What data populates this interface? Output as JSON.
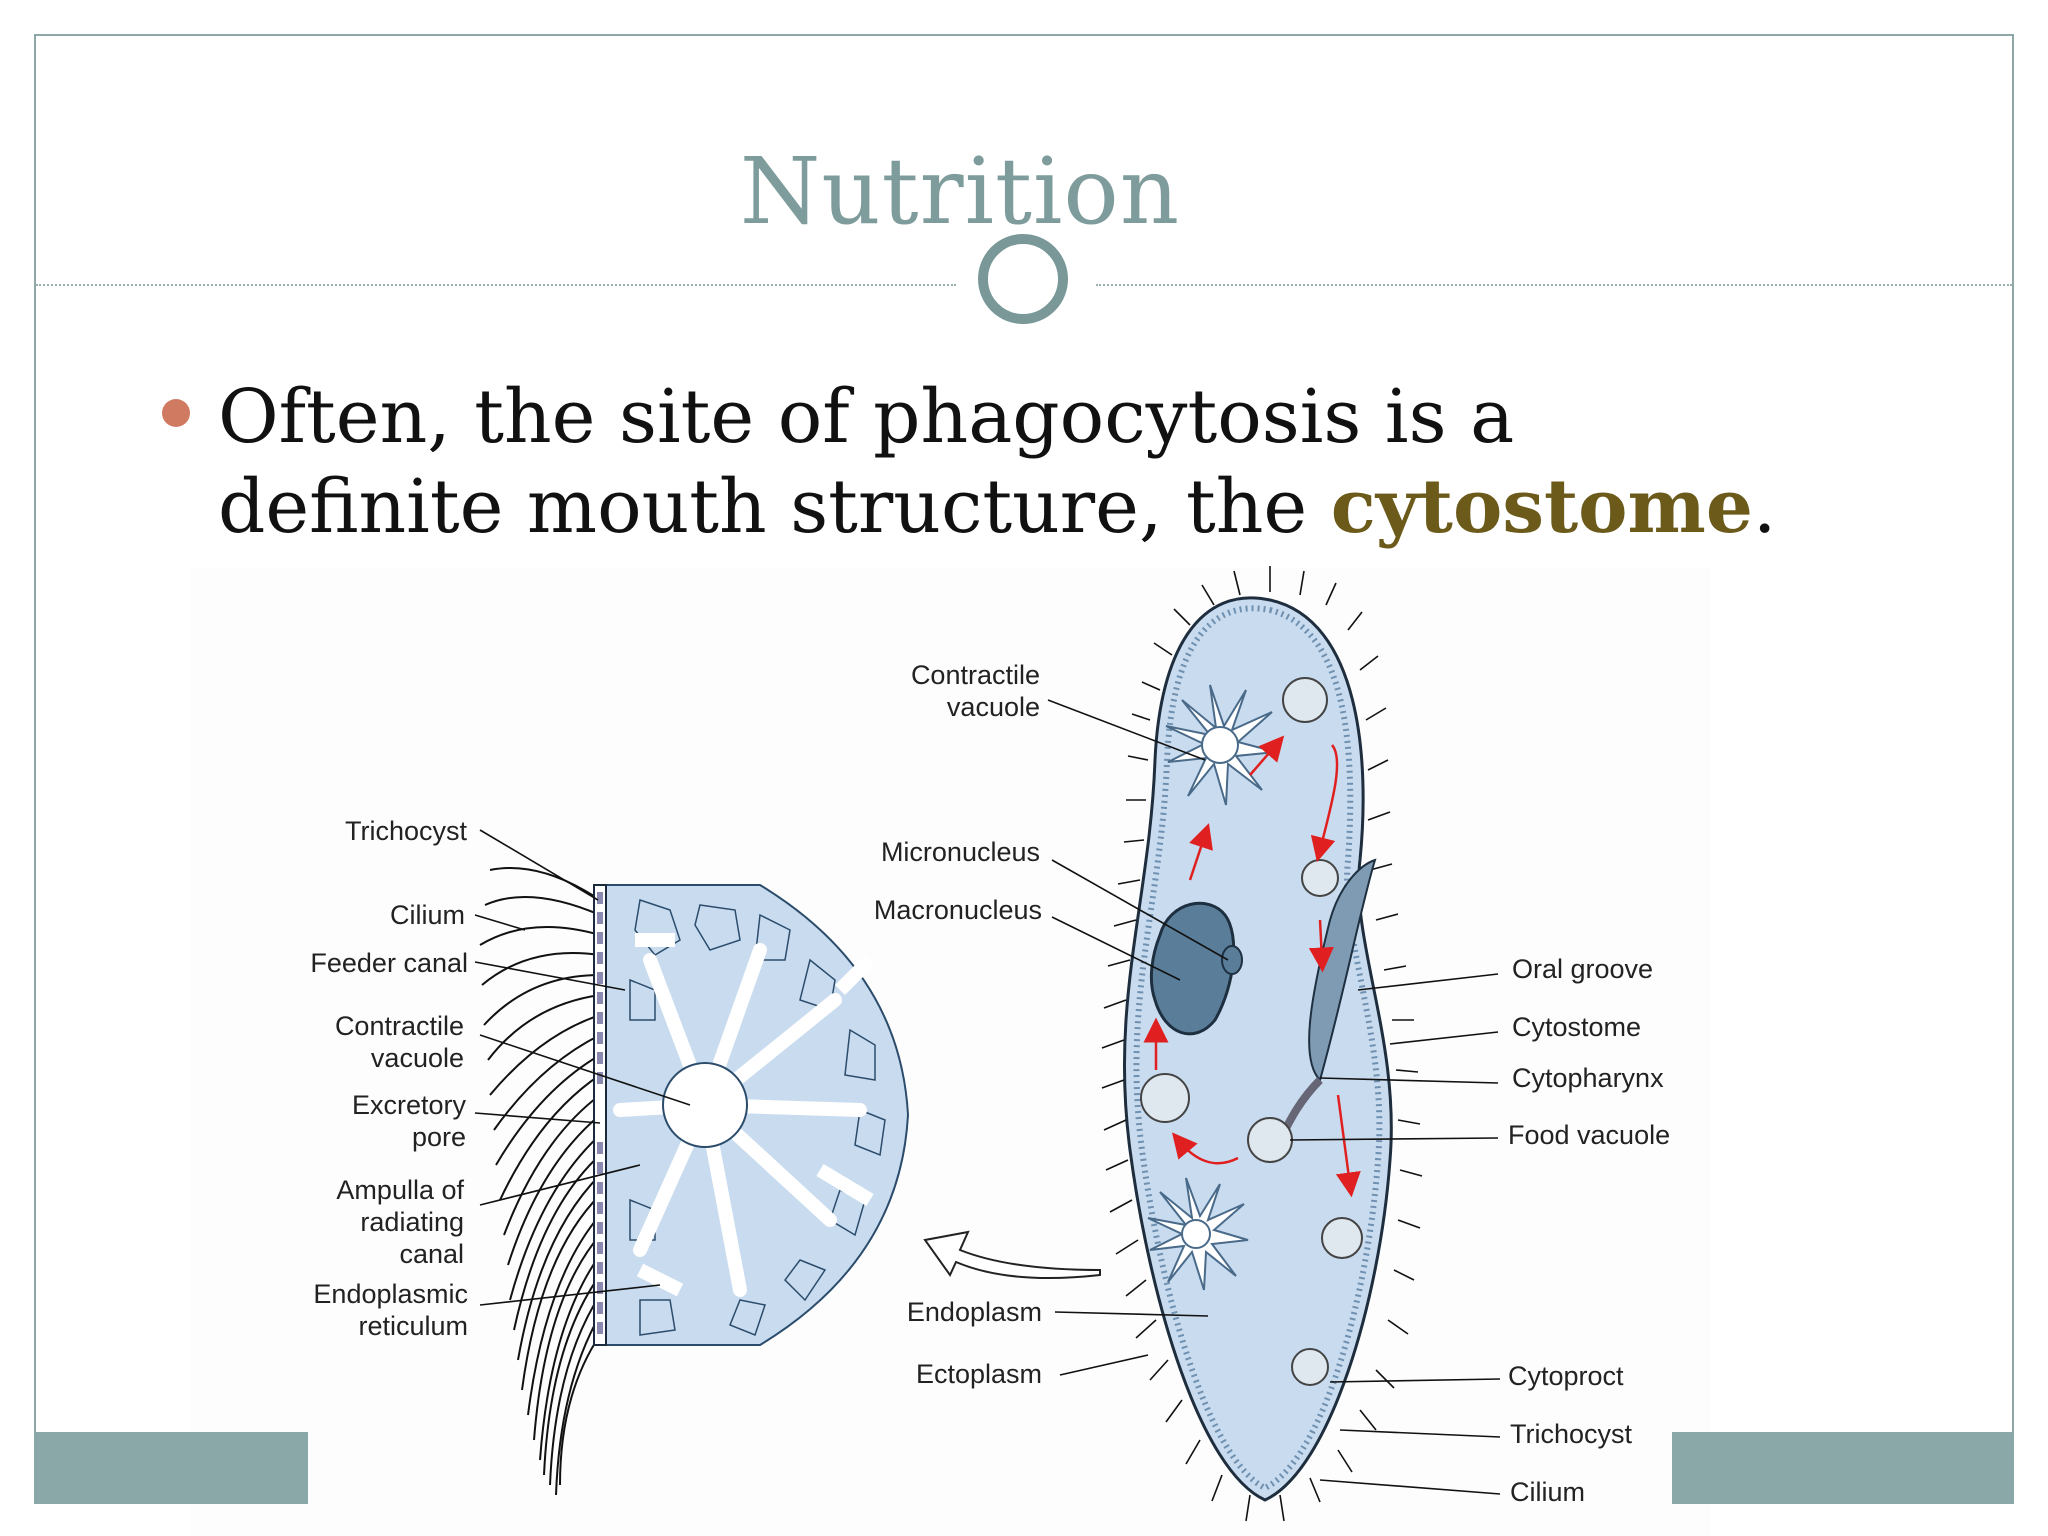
{
  "slide": {
    "title": "Nutrition",
    "bullet": {
      "text_before": "Often, the site of phagocytosis is a definite mouth structure, the ",
      "highlight": "cytostome",
      "text_after": "."
    }
  },
  "colors": {
    "title": "#7f9c9c",
    "accent_bar": "#8ba8a8",
    "bullet": "#d07a62",
    "highlight": "#6b5a1a",
    "cell_fill": "#c9dcef",
    "arrow": "#e02020"
  },
  "diagram": {
    "left_labels": {
      "trichocyst": "Trichocyst",
      "cilium": "Cilium",
      "feeder_canal": "Feeder canal",
      "contractile_vacuole_1": "Contractile",
      "contractile_vacuole_2": "vacuole",
      "excretory_pore_1": "Excretory",
      "excretory_pore_2": "pore",
      "ampulla_1": "Ampulla of",
      "ampulla_2": "radiating",
      "ampulla_3": "canal",
      "er_1": "Endoplasmic",
      "er_2": "reticulum"
    },
    "center_labels": {
      "contractile_vacuole_1": "Contractile",
      "contractile_vacuole_2": "vacuole",
      "micronucleus": "Micronucleus",
      "macronucleus": "Macronucleus",
      "endoplasm": "Endoplasm",
      "ectoplasm": "Ectoplasm"
    },
    "right_labels": {
      "oral_groove": "Oral groove",
      "cytostome": "Cytostome",
      "cytopharynx": "Cytopharynx",
      "food_vacuole": "Food vacuole",
      "cytoproct": "Cytoproct",
      "trichocyst": "Trichocyst",
      "cilium": "Cilium"
    }
  }
}
